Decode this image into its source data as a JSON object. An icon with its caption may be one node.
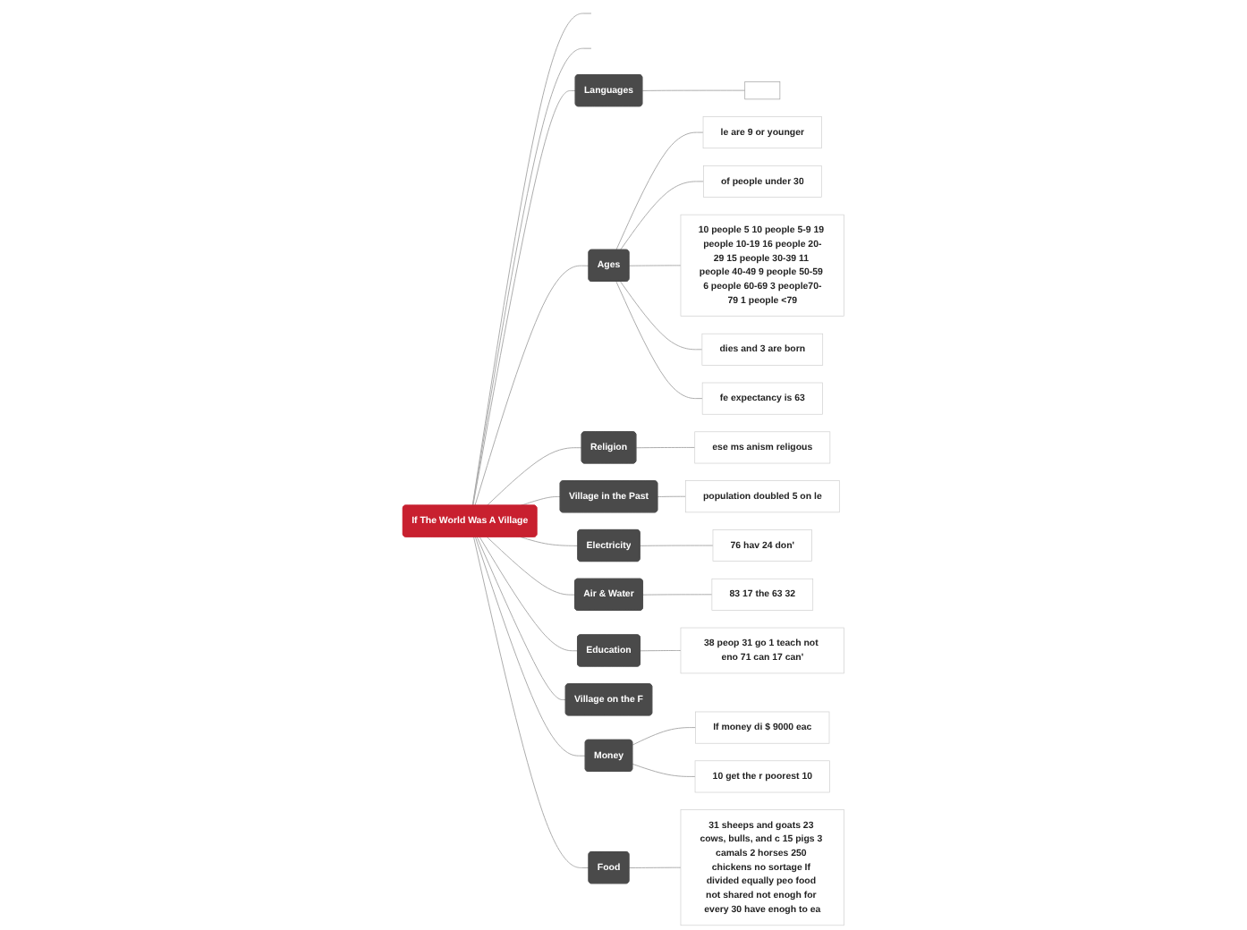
{
  "diagram": {
    "nodes": [
      {
        "text": [
          "If The World Was A Village"
        ]
      },
      {
        "text": [
          "Languages"
        ]
      },
      {
        "text": [
          "Ages"
        ]
      },
      {
        "text": [
          "Religion"
        ]
      },
      {
        "text": [
          "Village in the Past"
        ]
      },
      {
        "text": [
          "Electricity"
        ]
      },
      {
        "text": [
          "Air & Water"
        ]
      },
      {
        "text": [
          "Education"
        ]
      },
      {
        "text": [
          "Village on the F"
        ]
      },
      {
        "text": [
          "Money"
        ]
      },
      {
        "text": [
          "Food"
        ]
      },
      {
        "text": [],
        "shape": "box"
      },
      {
        "text": [
          "le are 9 or younger"
        ]
      },
      {
        "text": [
          "of people under 30"
        ]
      },
      {
        "text": [
          "10 people 5 10 people 5-9 19 people 10-19 16 people 20-29 15 people 30-39 11 people 40-49 9 people 50-59 6 people 60-69 3 people70-79 1 people <79"
        ]
      },
      {
        "text": [
          "dies and 3 are born"
        ]
      },
      {
        "text": [
          "fe expectancy is 63"
        ]
      },
      {
        "text": [
          "ese ms anism religous"
        ]
      },
      {
        "text": [
          "population doubled 5 on le"
        ]
      },
      {
        "text": [
          "76 hav 24 don'"
        ]
      },
      {
        "text": [
          "83 17 the 63 32"
        ]
      },
      {
        "text": [
          "38 peop 31 go 1 teach not eno 71 can 17 can'"
        ]
      },
      {
        "text": [
          "If money di $ 9000 eac"
        ]
      },
      {
        "text": [
          "10 get the r poorest 10"
        ]
      },
      {
        "text": [
          "31 sheeps and goats 23 cows, bulls, and c 15 pigs 3 camals 2 horses 250 chickens no sortage If divided equally peo food not shared not enogh for every 30 have enogh to ea"
        ]
      }
    ],
    "edges": [
      {
        "from": 0,
        "to": 1,
        "arrow": "none"
      },
      {
        "from": 0,
        "to": 2,
        "arrow": "none"
      },
      {
        "from": 0,
        "to": 3,
        "arrow": "none"
      },
      {
        "from": 0,
        "to": 4,
        "arrow": "none"
      },
      {
        "from": 0,
        "to": 5,
        "arrow": "none"
      },
      {
        "from": 0,
        "to": 6,
        "arrow": "none"
      },
      {
        "from": 0,
        "to": 7,
        "arrow": "none"
      },
      {
        "from": 0,
        "to": 8,
        "arrow": "none"
      },
      {
        "from": 0,
        "to": 9,
        "arrow": "none"
      },
      {
        "from": 0,
        "to": 10,
        "arrow": "none"
      },
      {
        "from": 0,
        "to": null,
        "arrow": "none"
      },
      {
        "from": 0,
        "to": null,
        "arrow": "none"
      },
      {
        "from": 1,
        "to": 11,
        "arrow": "none"
      },
      {
        "from": 2,
        "to": 12,
        "arrow": "none"
      },
      {
        "from": 2,
        "to": 13,
        "arrow": "none"
      },
      {
        "from": 2,
        "to": 14,
        "arrow": "none"
      },
      {
        "from": 2,
        "to": 15,
        "arrow": "none"
      },
      {
        "from": 2,
        "to": 16,
        "arrow": "none"
      },
      {
        "from": 3,
        "to": 17,
        "arrow": "none"
      },
      {
        "from": 4,
        "to": 18,
        "arrow": "none"
      },
      {
        "from": 5,
        "to": 19,
        "arrow": "none"
      },
      {
        "from": 6,
        "to": 20,
        "arrow": "none"
      },
      {
        "from": 7,
        "to": 21,
        "arrow": "none"
      },
      {
        "from": 9,
        "to": 22,
        "arrow": "none"
      },
      {
        "from": 9,
        "to": 23,
        "arrow": "none"
      },
      {
        "from": 10,
        "to": 24,
        "arrow": "none"
      }
    ]
  }
}
